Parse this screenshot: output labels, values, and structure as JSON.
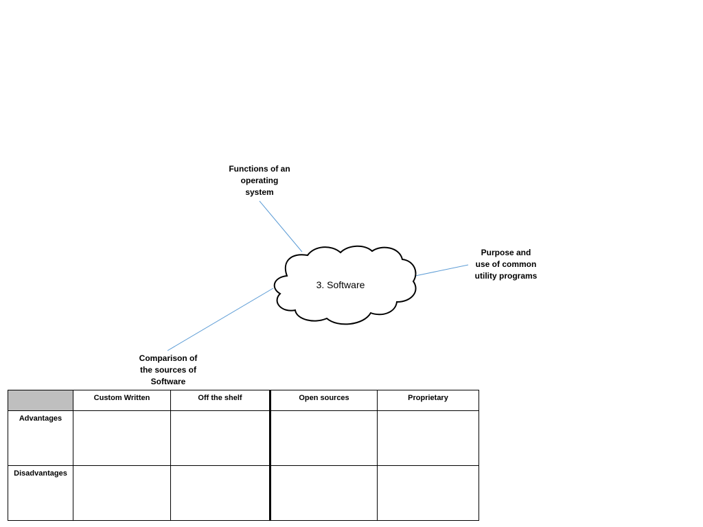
{
  "center": {
    "label": "3. Software"
  },
  "branches": [
    {
      "id": "os-functions",
      "label": "Functions of an\noperating\nsystem"
    },
    {
      "id": "utility-programs",
      "label": "Purpose and\nuse of common\nutility programs"
    },
    {
      "id": "software-sources",
      "label": "Comparison of\nthe sources of\nSoftware"
    }
  ],
  "colors": {
    "connector": "#5b9bd5",
    "corner_cell": "#bfbfbf"
  },
  "table": {
    "columns": [
      "Custom Written",
      "Off the shelf",
      "Open sources",
      "Proprietary"
    ],
    "rows": [
      "Advantages",
      "Disadvantages"
    ]
  }
}
